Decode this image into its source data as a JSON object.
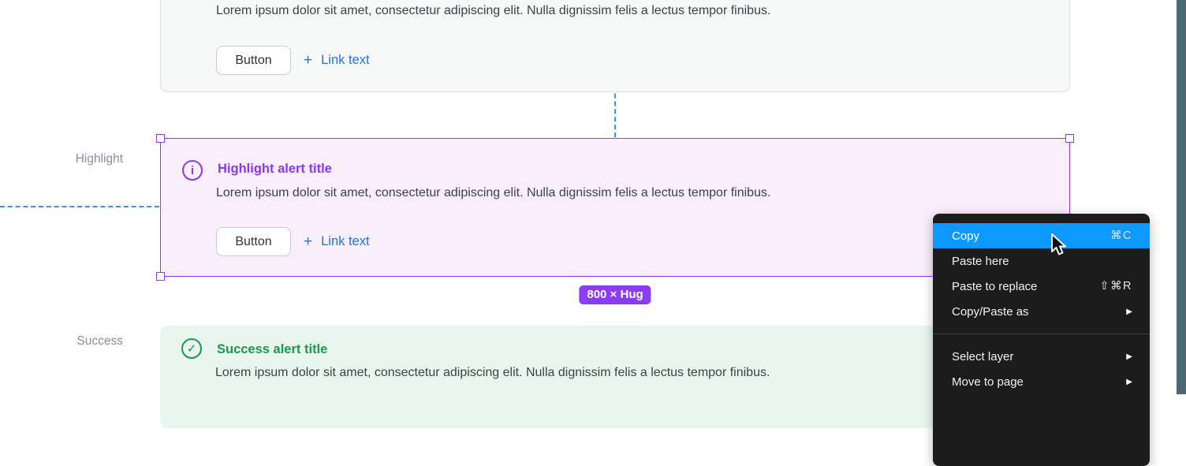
{
  "labels": {
    "highlight": "Highlight",
    "success": "Success"
  },
  "icons": {
    "info": "i",
    "check": "✓",
    "plus": "+",
    "submenu_arrow": "▶"
  },
  "alerts": {
    "default_alert": {
      "body": "Lorem ipsum dolor sit amet, consectetur adipiscing elit. Nulla dignissim felis a lectus tempor finibus.",
      "button_label": "Button",
      "link_label": "Link text"
    },
    "highlight_alert": {
      "title": "Highlight alert title",
      "body": "Lorem ipsum dolor sit amet, consectetur adipiscing elit. Nulla dignissim felis a lectus tempor finibus.",
      "button_label": "Button",
      "link_label": "Link text",
      "accent_color": "#8b3af3",
      "background_color": "#f8eefc"
    },
    "success_alert": {
      "title": "Success alert title",
      "body": "Lorem ipsum dolor sit amet, consectetur adipiscing elit. Nulla dignissim felis a lectus tempor finibus.",
      "accent_color": "#179b4c",
      "background_color": "#e9f6ee"
    }
  },
  "selection": {
    "size_badge": "800 × Hug",
    "badge_color": "#8a3cf2",
    "border_color": "#8f3bf5",
    "guide_color": "#2e99f5"
  },
  "context_menu": {
    "background_color": "#1c1c1c",
    "highlight_color": "#0d99ff",
    "items": [
      {
        "label": "Copy",
        "shortcut": "⌘C",
        "highlighted": true
      },
      {
        "label": "Paste here",
        "shortcut": ""
      },
      {
        "label": "Paste to replace",
        "shortcut": "⇧⌘R"
      },
      {
        "label": "Copy/Paste as",
        "submenu": true
      },
      {
        "label": "Select layer",
        "submenu": true
      },
      {
        "label": "Move to page",
        "submenu": true
      }
    ]
  }
}
